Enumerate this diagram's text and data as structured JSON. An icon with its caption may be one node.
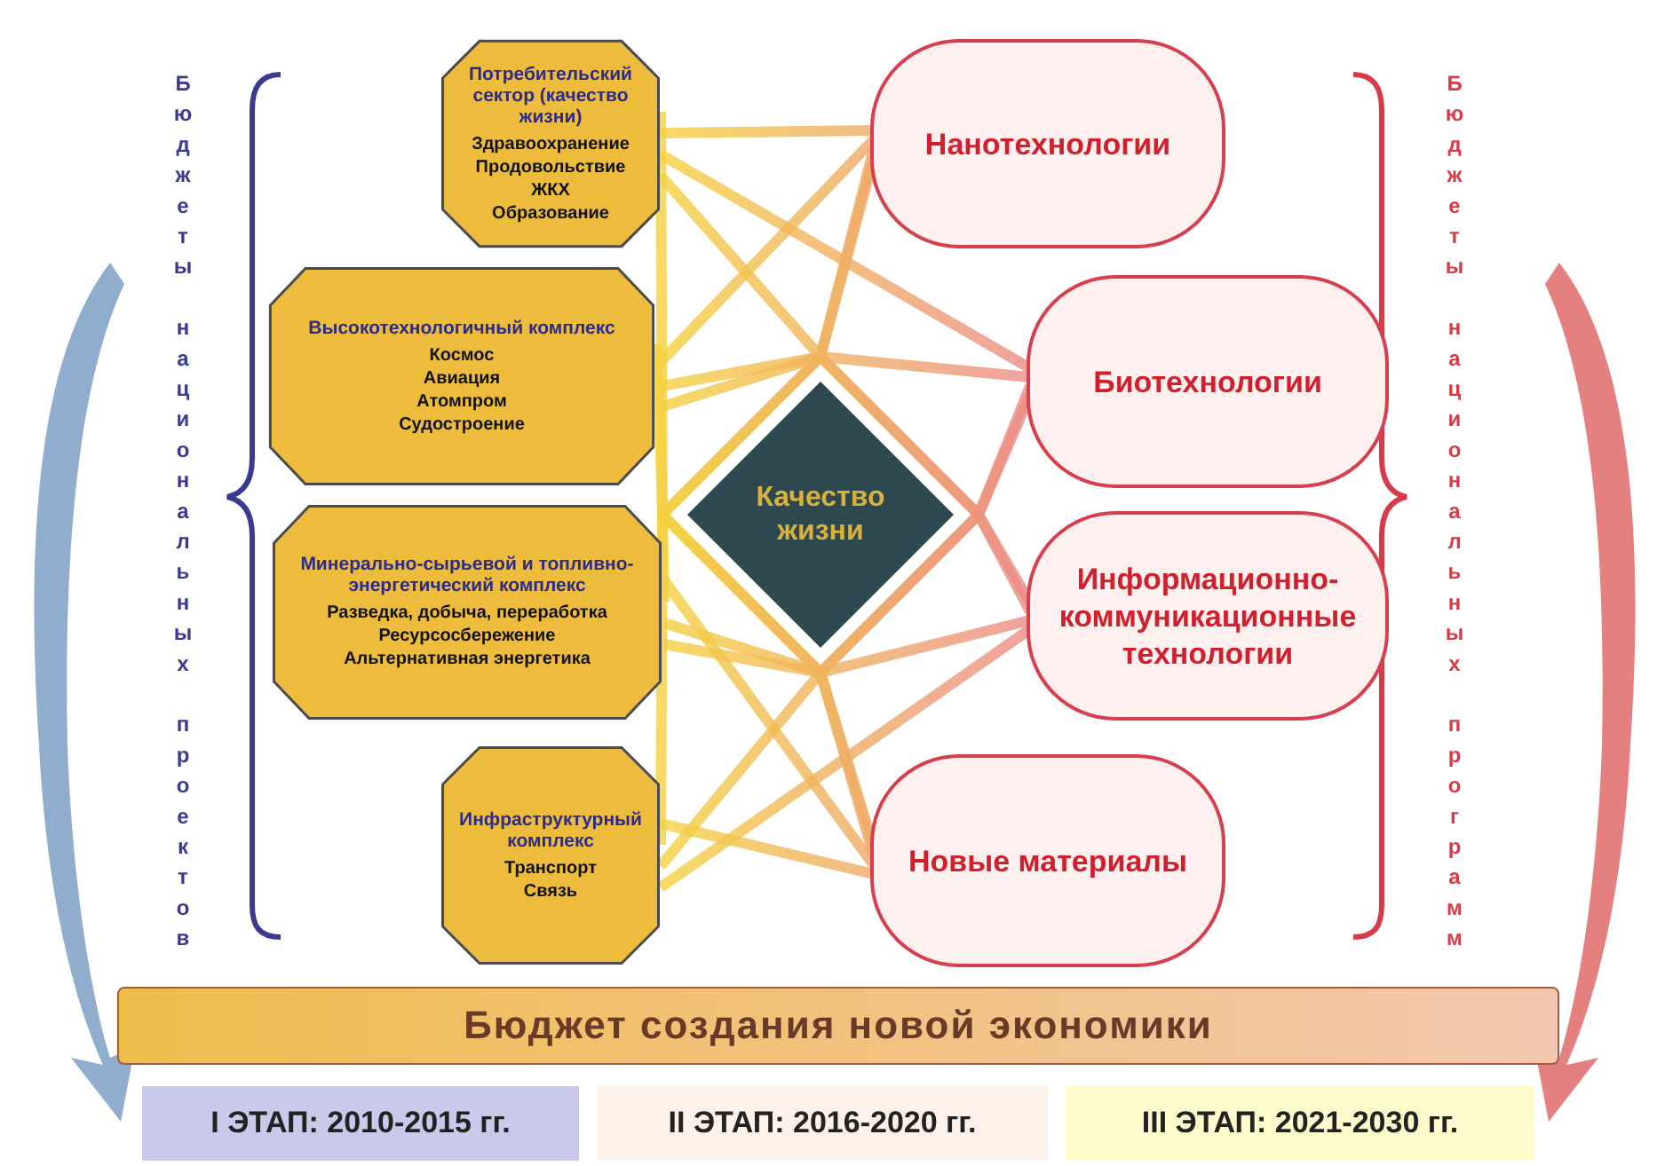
{
  "diagram": {
    "nodes": [
      {
        "text": [
          "Потребительский сектор (качество жизни)",
          "Здравоохранение",
          "Продовольствие",
          "ЖКХ",
          "Образование"
        ]
      },
      {
        "text": [
          "Высокотехнологичный комплекс",
          "Космос",
          "Авиация",
          "Атомпром",
          "Судостроение"
        ]
      },
      {
        "text": [
          "Минерально-сырьевой и топливно-энергетический комплекс",
          "Разведка, добыча, переработка",
          "Ресурсосбережение",
          "Альтернативная энергетика"
        ]
      },
      {
        "text": [
          "Инфраструктурный комплекс",
          "Транспорт",
          "Связь"
        ]
      },
      {
        "text": [
          "Качество жизни"
        ]
      },
      {
        "text": [
          "Нанотехнологии"
        ]
      },
      {
        "text": [
          "Биотехнологии"
        ]
      },
      {
        "text": [
          "Информационно-коммуникационные технологии"
        ]
      },
      {
        "text": [
          "Новые материалы"
        ]
      },
      {
        "text": [
          "Бюджет создания новой экономики"
        ]
      },
      {
        "text": [
          "I ЭТАП: 2010-2015 гг."
        ]
      },
      {
        "text": [
          "II ЭТАП: 2016-2020 гг."
        ]
      },
      {
        "text": [
          "III ЭТАП: 2021-2030 гг."
        ]
      }
    ],
    "edges": [
      {
        "from": 0,
        "to": 5,
        "arrow": "none"
      },
      {
        "from": 0,
        "to": 6,
        "arrow": "none"
      },
      {
        "from": 0,
        "to": 7,
        "arrow": "none"
      },
      {
        "from": 0,
        "to": 8,
        "arrow": "none"
      },
      {
        "from": 1,
        "to": 5,
        "arrow": "none"
      },
      {
        "from": 1,
        "to": 6,
        "arrow": "none"
      },
      {
        "from": 1,
        "to": 7,
        "arrow": "none"
      },
      {
        "from": 1,
        "to": 8,
        "arrow": "none"
      },
      {
        "from": 2,
        "to": 5,
        "arrow": "none"
      },
      {
        "from": 2,
        "to": 6,
        "arrow": "none"
      },
      {
        "from": 2,
        "to": 7,
        "arrow": "none"
      },
      {
        "from": 2,
        "to": 8,
        "arrow": "none"
      },
      {
        "from": 3,
        "to": 5,
        "arrow": "none"
      },
      {
        "from": 3,
        "to": 6,
        "arrow": "none"
      },
      {
        "from": 3,
        "to": 7,
        "arrow": "none"
      },
      {
        "from": 3,
        "to": 8,
        "arrow": "none"
      }
    ],
    "labels": [
      "Бюджеты национальных проектов",
      "Бюджеты национальных программ"
    ]
  }
}
